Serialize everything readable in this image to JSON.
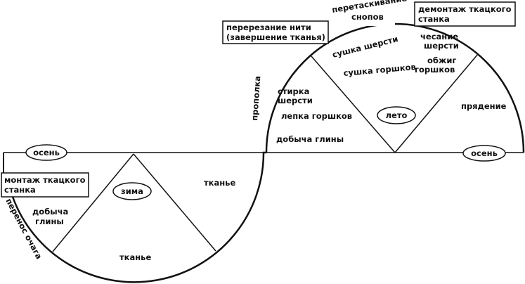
{
  "seasons": {
    "winter": "зима",
    "summer": "лето",
    "autumn_left": "осень",
    "autumn_right": "осень"
  },
  "boxes": {
    "loom_assembly": [
      "монтаж ткацкого",
      "станка"
    ],
    "thread_cutting": [
      "перерезание нити",
      "(завершение тканья)"
    ],
    "loom_disassembly": [
      "демонтаж ткацкого",
      "станка"
    ]
  },
  "arc_labels": {
    "hearth_transfer": "перенос очага",
    "weeding": "прополка",
    "sheaf_hauling": [
      "перетаскивание",
      "снопов"
    ]
  },
  "activities": {
    "winter_weaving_right": "тканье",
    "winter_weaving_bottom": "тканье",
    "winter_clay": [
      "добыча",
      "глины"
    ],
    "wool_washing": [
      "стирка",
      "шерсти"
    ],
    "pot_molding": "лепка горшков",
    "clay_mining": "добыча глины",
    "wool_drying": "сушка шерсти",
    "pot_drying": "сушка горшков",
    "wool_combing": [
      "чесание",
      "шерсти"
    ],
    "pot_firing": [
      "обжиг",
      "горшков"
    ],
    "spinning": "прядение"
  }
}
